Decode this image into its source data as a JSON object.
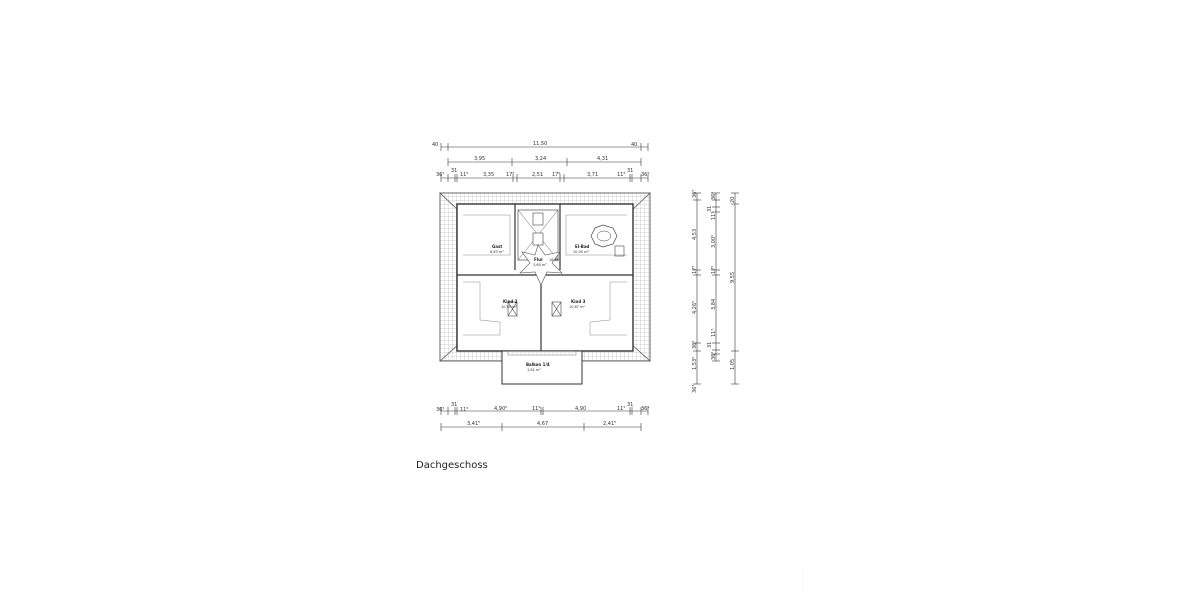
{
  "caption": "Dachgeschoss",
  "dimensions": {
    "top_row1": [
      "40",
      "11,50",
      "40"
    ],
    "top_row2": [
      "3,95",
      "3,24",
      "4,31"
    ],
    "top_row3": [
      "36⁵",
      "31",
      "11⁵",
      "3,35",
      "17⁵",
      "2,51",
      "17⁵",
      "3,71",
      "11⁵",
      "31",
      "36⁵"
    ],
    "bottom_row1": [
      "36⁵",
      "31",
      "11⁵",
      "4,90⁵",
      "11⁵",
      "4,90",
      "11⁵",
      "31",
      "36⁵"
    ],
    "bottom_row2": [
      "3,41⁵",
      "4,67",
      "2,41⁵"
    ],
    "side_col1": [
      "36⁵",
      "4,53",
      "17⁵",
      "4,26⁵",
      "36⁵",
      "1,53⁵",
      "36⁵"
    ],
    "side_col2": [
      "36⁵",
      "31",
      "11⁵",
      "3,00⁵",
      "17⁵",
      "3,84",
      "11⁵",
      "31",
      "36⁵"
    ],
    "side_col3": [
      "20",
      "9,55",
      "1,05"
    ]
  },
  "rooms": [
    {
      "name": "Gast",
      "area": "8,83 m²"
    },
    {
      "name": "El-Bad",
      "area": "10,00 m²"
    },
    {
      "name": "Flur",
      "area": "3,60 m²"
    },
    {
      "name": "Kind 2",
      "area": "10,69 m²"
    },
    {
      "name": "Kind 3",
      "area": "10,67 m²"
    },
    {
      "name": "Balkon 1/4",
      "area": "1,61 m²"
    }
  ],
  "labels": {
    "flur_extra": "16,65"
  }
}
